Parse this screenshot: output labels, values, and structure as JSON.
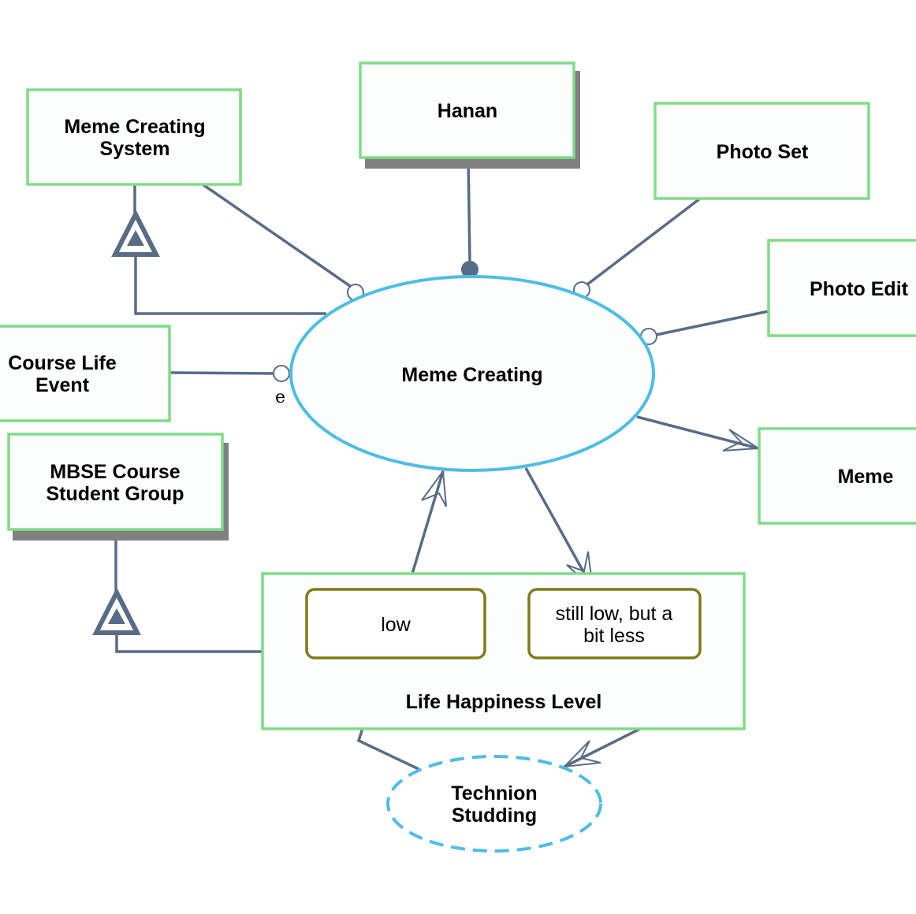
{
  "objects": {
    "meme_creating_system": [
      "Meme Creating",
      "System"
    ],
    "hanan": "Hanan",
    "photo_set": "Photo Set",
    "photo_edit": "Photo Edit",
    "course_life_event": [
      "Course Life",
      "Event"
    ],
    "mbse_group": [
      "MBSE Course",
      "Student Group"
    ],
    "meme": "Meme",
    "life_happiness": "Life Happiness Level"
  },
  "states": {
    "low": "low",
    "still_low": [
      "still low, but a",
      "bit less"
    ]
  },
  "processes": {
    "meme_creating": "Meme Creating",
    "technion": [
      "Technion",
      "Studding"
    ]
  },
  "annotations": {
    "event_marker": "e"
  },
  "colors": {
    "object_border": "#7fdc88",
    "process_border": "#4dbde5",
    "link": "#586c86",
    "state_border": "#807a18",
    "shadow": "#808080"
  }
}
